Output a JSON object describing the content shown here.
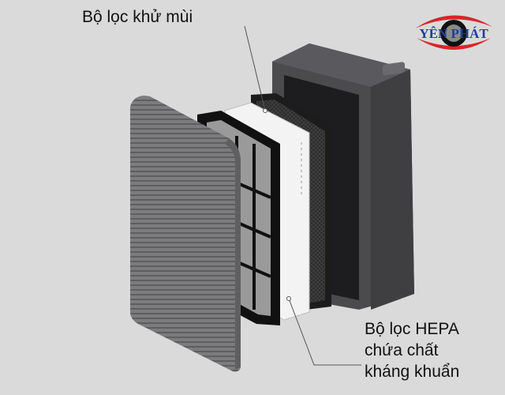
{
  "labels": {
    "deodorizing_filter": "Bộ lọc khử mùi",
    "hepa_filter": [
      "Bộ lọc HEPA",
      "chứa chất",
      "kháng khuẩn"
    ]
  },
  "logo": {
    "text_left": "YÊN",
    "text_right": "PHÁT",
    "colors": {
      "red": "#d8262a",
      "blue": "#1f3f9a",
      "black": "#111111"
    }
  },
  "colors": {
    "background": "#dadada",
    "cover": "#7a7a7c",
    "body": "#4a4a4d",
    "carbon": "#2a2a2a",
    "hepa": "#f4f4f4"
  }
}
